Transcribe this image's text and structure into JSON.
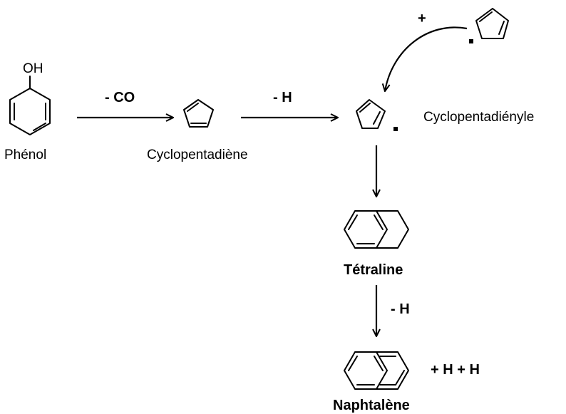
{
  "labels": {
    "oh": "OH",
    "phenol": "Phénol",
    "minus_co": "- CO",
    "cyclopentadiene": "Cyclopentadiène",
    "minus_h_1": "- H",
    "plus": "+",
    "cyclopentadienyle": "Cyclopentadiényle",
    "tetraline": "Tétraline",
    "minus_h_2": "- H",
    "plus_h_h": "+ H + H",
    "naphtalene": "Naphtalène"
  },
  "colors": {
    "ink": "#000000",
    "background": "#ffffff"
  }
}
